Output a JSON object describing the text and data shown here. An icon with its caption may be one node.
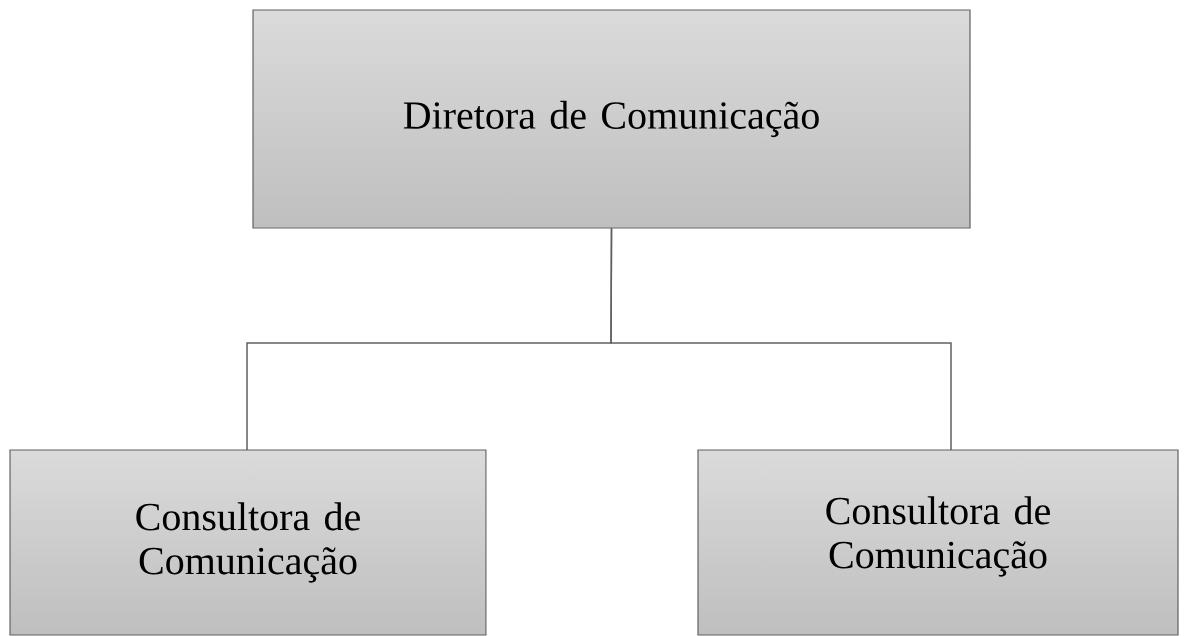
{
  "diagram": {
    "nodes": [
      {
        "text": [
          "Diretora de Comunicação"
        ]
      },
      {
        "text": [
          "Consultora de Comunicação"
        ]
      },
      {
        "text": [
          "Consultora de Comunicação"
        ]
      }
    ],
    "edges": [
      {
        "from": 0,
        "to": 1,
        "arrow": "none"
      },
      {
        "from": 0,
        "to": 2,
        "arrow": "none"
      }
    ]
  }
}
